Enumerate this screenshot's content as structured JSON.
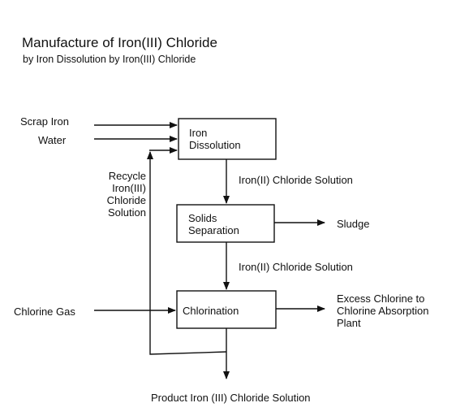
{
  "title": "Manufacture of Iron(III) Chloride",
  "subtitle": "by Iron Dissolution by Iron(III) Chloride",
  "inputs": {
    "scrap_iron": "Scrap Iron",
    "water": "Water",
    "chlorine_gas": "Chlorine Gas"
  },
  "boxes": {
    "iron_dissolution": [
      "Iron",
      "Dissolution"
    ],
    "solids_separation": [
      "Solids",
      "Separation"
    ],
    "chlorination": "Chlorination"
  },
  "streams": {
    "iron2_solution_1": "Iron(II) Chloride Solution",
    "iron2_solution_2": "Iron(II) Chloride Solution",
    "sludge": "Sludge",
    "recycle": [
      "Recycle",
      "Iron(III)",
      "Chloride",
      "Solution"
    ],
    "excess_chlorine": [
      "Excess Chlorine to",
      "Chlorine Absorption",
      "Plant"
    ],
    "product": "Product Iron (III) Chloride Solution"
  },
  "colors": {
    "line": "#111111"
  }
}
